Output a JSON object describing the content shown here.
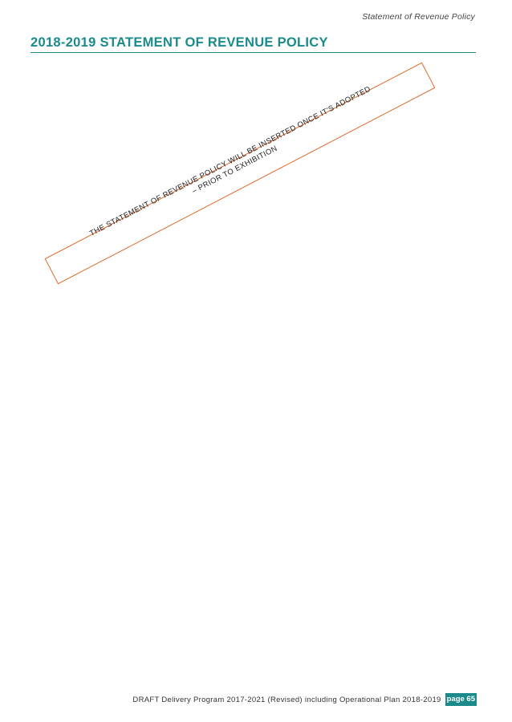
{
  "header": {
    "running_title": "Statement of Revenue Policy"
  },
  "title": "2018-2019 STATEMENT OF REVENUE POLICY",
  "notice": {
    "line1": "THE STATEMENT OF REVENUE POLICY WILL BE INSERTED ONCE IT'S ADOPTED",
    "line2": "– PRIOR TO EXHIBITION",
    "border_color": "#e06a2c"
  },
  "footer": {
    "text": "DRAFT Delivery Program 2017-2021 (Revised) including Operational Plan 2018-2019",
    "page_label": "page 65"
  },
  "colors": {
    "accent": "#1a8a8a"
  }
}
